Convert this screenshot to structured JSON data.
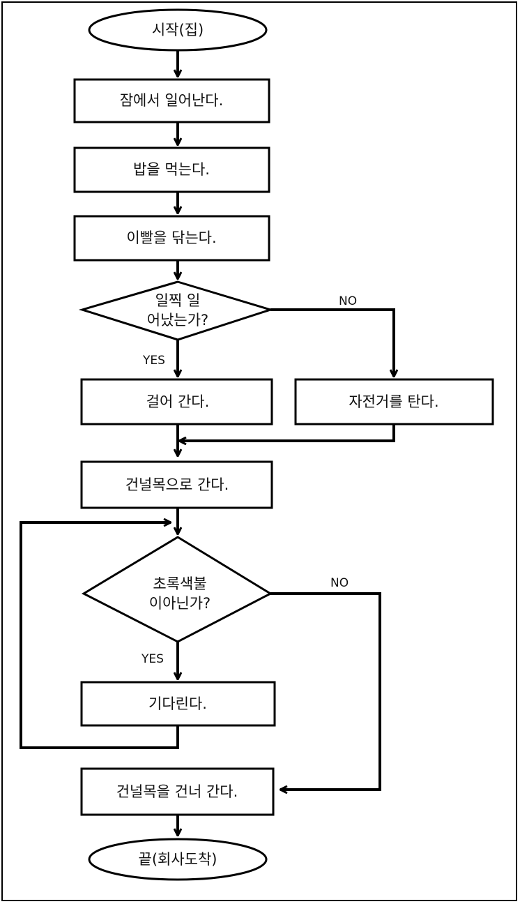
{
  "diagram": {
    "colors": {
      "stroke": "#000000",
      "fill": "#ffffff",
      "text": "#111111"
    },
    "nodes": {
      "start": "시작(집)",
      "wake": "잠에서 일어난다.",
      "eat": "밥을 먹는다.",
      "brush": "이빨을 닦는다.",
      "early_q": [
        "일찍 일",
        "어났는가?"
      ],
      "walk": "걸어 간다.",
      "bike": "자전거를 탄다.",
      "go_crosswalk": "건널목으로 간다.",
      "light_q": [
        "초록색불",
        "이아닌가?"
      ],
      "wait": "기다린다.",
      "cross": "건널목을 건너 간다.",
      "end": "끝(회사도착)"
    },
    "edges": {
      "early_no": "NO",
      "early_yes": "YES",
      "light_no": "NO",
      "light_yes": "YES"
    }
  }
}
